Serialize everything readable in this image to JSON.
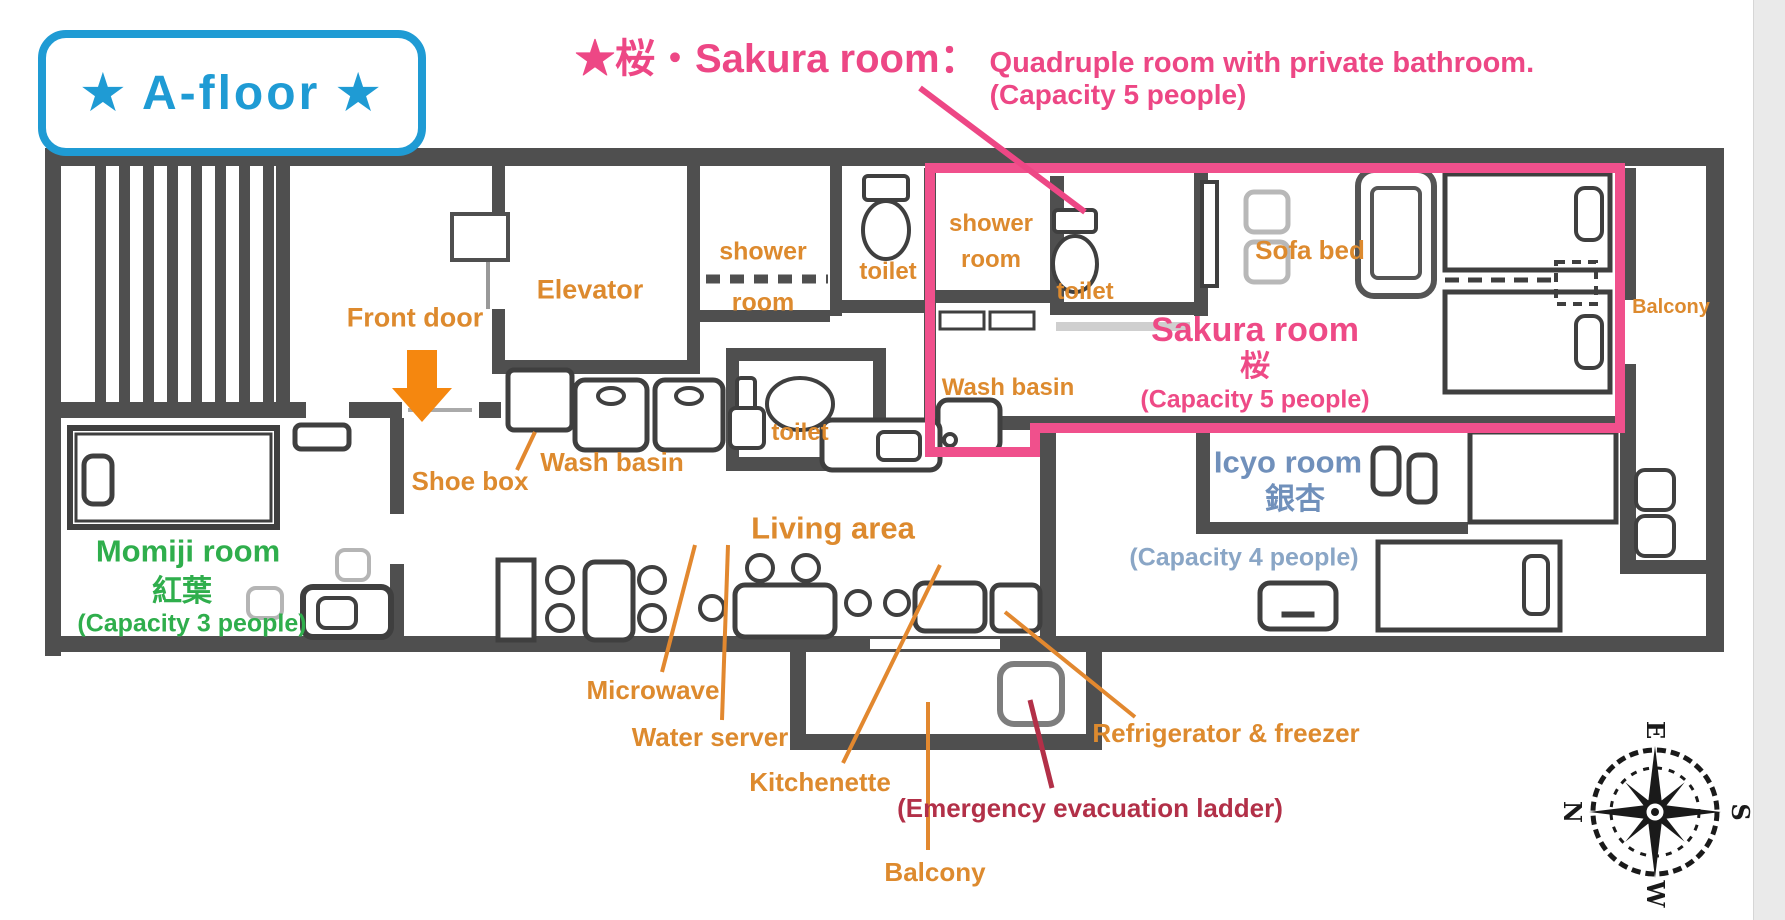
{
  "badge": {
    "label": "★ A-floor ★"
  },
  "title": {
    "line1_highlight": "★桜・Sakura room：",
    "line1_rest": "Quadruple room with private bathroom.",
    "line2": "(Capacity 5 people)"
  },
  "rooms": {
    "sakura": {
      "name": "Sakura room",
      "name_jp": "桜",
      "capacity": "(Capacity 5 people)",
      "accent_color": "#ee4a86",
      "shower_line1": "shower",
      "shower_line2": "room",
      "toilet": "toilet",
      "wash_basin": "Wash basin",
      "sofa_bed": "Sofa bed"
    },
    "momiji": {
      "name": "Momiji room",
      "name_jp": "紅葉",
      "capacity": "(Capacity 3 people)",
      "accent_color": "#2fae4c"
    },
    "icyo": {
      "name": "Icyo room",
      "name_jp": "銀杏",
      "capacity": "(Capacity 4 people)",
      "accent_color": "#7090bb"
    }
  },
  "features": {
    "front_door": "Front door",
    "elevator": "Elevator",
    "mid_shower_line1": "shower",
    "mid_shower_line2": "room",
    "mid_toilet_top": "toilet",
    "mid_toilet_lower": "toilet",
    "wash_basin": "Wash basin",
    "shoe_box": "Shoe box",
    "living_area": "Living area",
    "microwave": "Microwave",
    "water_server": "Water server",
    "kitchenette": "Kitchenette",
    "refrigerator": "Refrigerator & freezer",
    "emergency": "(Emergency evacuation ladder)",
    "balcony_right": "Balcony",
    "balcony_bottom": "Balcony"
  },
  "compass": {
    "n": "N",
    "e": "E",
    "s": "S",
    "w": "W"
  },
  "colors": {
    "wall": "#4f4f4f",
    "label_orange": "#dd8a2e",
    "arrow_orange": "#f5870f",
    "highlight_pink": "#f0508c",
    "momiji_green": "#2fae4c",
    "icyo_blue": "#7090bb",
    "emergency_red": "#b23048",
    "badge_blue": "#1f9bd4"
  }
}
